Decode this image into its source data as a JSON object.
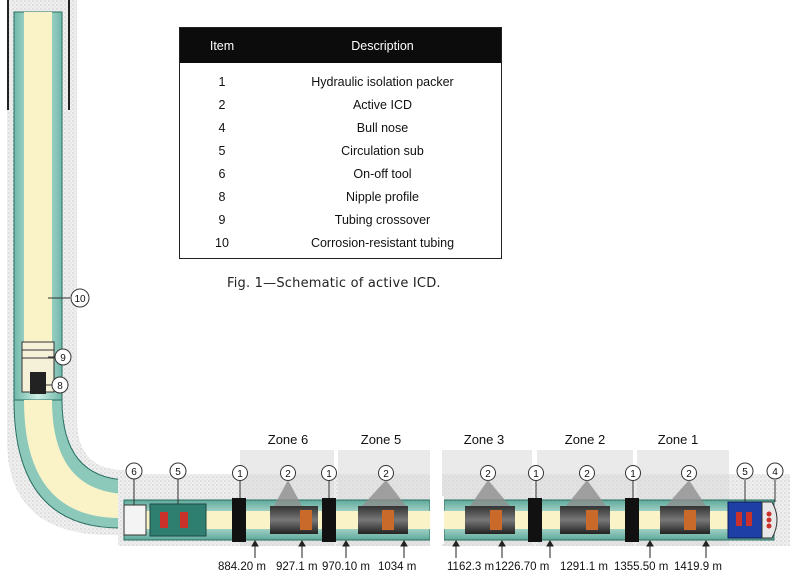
{
  "legend": {
    "header_item": "Item",
    "header_description": "Description",
    "rows": [
      {
        "item": "1",
        "description": "Hydraulic isolation packer"
      },
      {
        "item": "2",
        "description": "Active ICD"
      },
      {
        "item": "4",
        "description": "Bull nose"
      },
      {
        "item": "5",
        "description": "Circulation sub"
      },
      {
        "item": "6",
        "description": "On-off tool"
      },
      {
        "item": "8",
        "description": "Nipple profile"
      },
      {
        "item": "9",
        "description": "Tubing crossover"
      },
      {
        "item": "10",
        "description": "Corrosion-resistant tubing"
      }
    ]
  },
  "caption": "Fig. 1—Schematic of active ICD.",
  "zones": [
    "Zone 6",
    "Zone 5",
    "Zone 3",
    "Zone 2",
    "Zone 1"
  ],
  "depths": [
    "884.20 m",
    "927.1 m",
    "970.10 m",
    "1034 m",
    "1162.3 m",
    "1226.70 m",
    "1291.1 m",
    "1355.50 m",
    "1419.9 m"
  ],
  "callouts": [
    "10",
    "9",
    "8",
    "6",
    "5",
    "1",
    "2",
    "1",
    "2",
    "2",
    "1",
    "2",
    "1",
    "2",
    "5",
    "4"
  ],
  "colors": {
    "tubing": "#a9d9cc",
    "tubing_core": "#fbf3c8",
    "packer": "#111111",
    "icd": "#c96a2a",
    "bull_nose": "#1e3fa6",
    "formation": "#e8e8e8"
  }
}
